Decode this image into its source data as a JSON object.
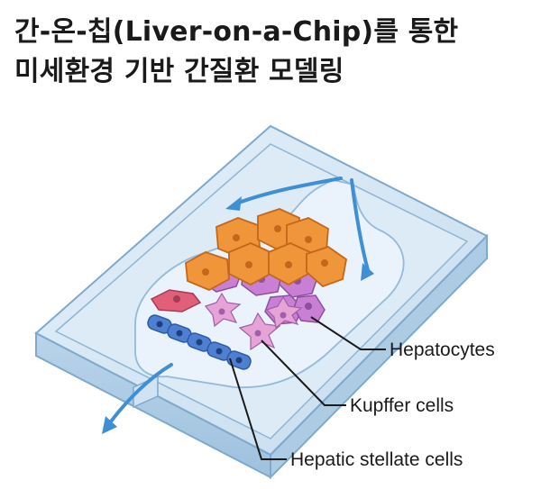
{
  "title": {
    "line1": "간-온-칩(Liver-on-a-Chip)를 통한",
    "line2": "미세환경 기반 간질환 모델링"
  },
  "labels": {
    "hepatocytes": "Hepatocytes",
    "kupffer": "Kupffer cells",
    "stellate": "Hepatic stellate cells"
  },
  "colors": {
    "hepatocyte": "#f0963a",
    "kupffer_purple": "#c97fd3",
    "stellate_pink": "#e0607a",
    "stellate_blue": "#4f7fd0",
    "chip_body": "#cfe3f2",
    "flow_arrow": "#3f8fd4"
  }
}
